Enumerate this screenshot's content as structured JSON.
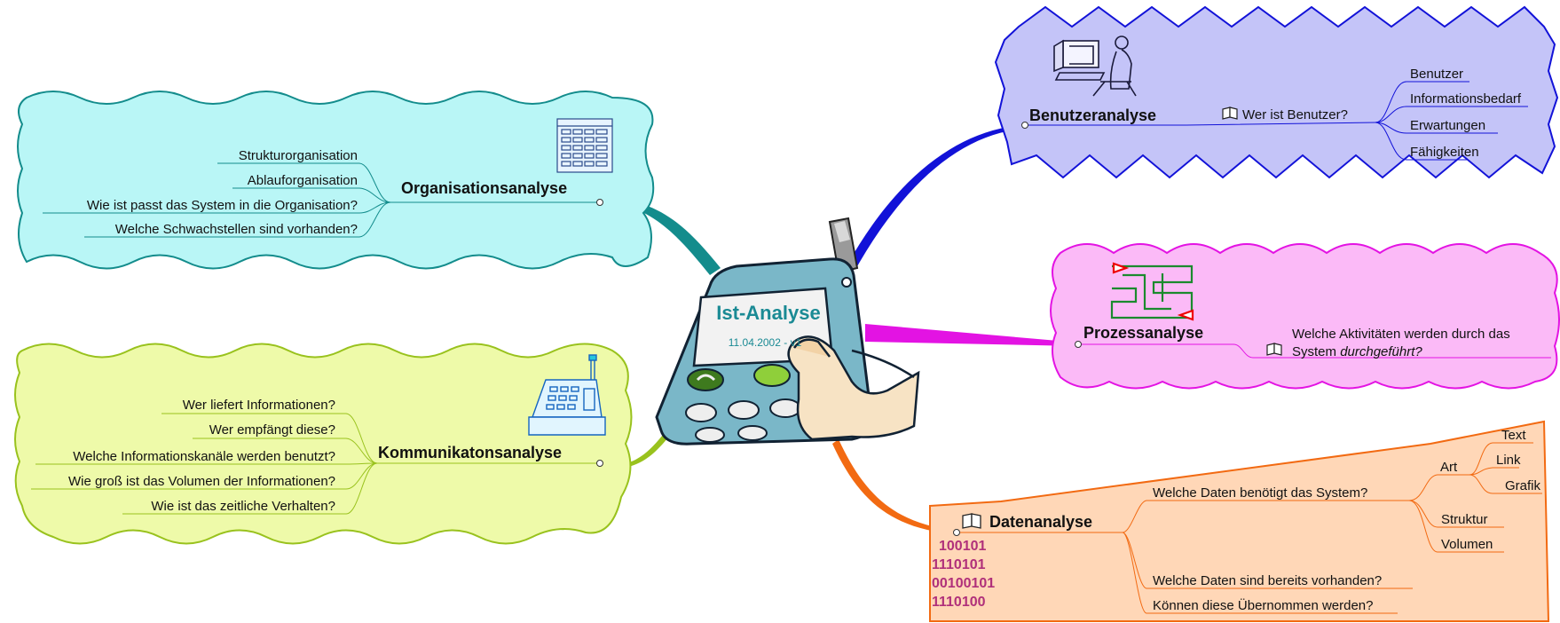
{
  "center": {
    "title": "Ist-Analyse",
    "subtitle": "11.04.2002 - v1"
  },
  "colors": {
    "organisation": "#b9f6f6",
    "organisation_stroke": "#138c8c",
    "kommunikation": "#eefaa9",
    "kommunikation_stroke": "#99c21d",
    "benutzer": "#c4c4f8",
    "benutzer_stroke": "#1212d8",
    "prozess": "#fbbaf7",
    "prozess_stroke": "#e313e3",
    "daten": "#ffd7b7",
    "daten_stroke": "#f26a12"
  },
  "branches": {
    "organisation": {
      "title": "Organisationsanalyse",
      "icon": "building-icon",
      "items": [
        "Strukturorganisation",
        "Ablauforganisation",
        "Wie ist passt das System in die Organisation?",
        "Welche Schwachstellen sind vorhanden?"
      ]
    },
    "kommunikation": {
      "title": "Kommunikatonsanalyse",
      "icon": "fax-machine-icon",
      "items": [
        "Wer liefert Informationen?",
        "Wer empfängt diese?",
        "Welche Informationskanäle werden benutzt?",
        "Wie groß ist das Volumen der Informationen?",
        "Wie ist das zeitliche Verhalten?"
      ]
    },
    "benutzer": {
      "title": "Benutzeranalyse",
      "icon": "computer-user-icon",
      "question": "Wer ist Benutzer?",
      "items": [
        "Benutzer",
        "Informationsbedarf",
        "Erwartungen",
        "Fähigkeiten"
      ]
    },
    "prozess": {
      "title": "Prozessanalyse",
      "icon": "maze-icon",
      "note_line1": "Welche Aktivitäten werden durch das",
      "note_line2_normal": "System",
      "note_line2_italic": "durchgeführt?"
    },
    "daten": {
      "title": "Datenanalyse",
      "binary": [
        "100101",
        "1110101",
        "00100101",
        "1110100"
      ],
      "q1": "Welche Daten benötigt das System?",
      "art": "Art",
      "art_items": [
        "Text",
        "Link",
        "Grafik"
      ],
      "struktur": "Struktur",
      "volumen": "Volumen",
      "q2": "Welche Daten sind bereits vorhanden?",
      "q3": "Können diese Übernommen werden?"
    }
  }
}
